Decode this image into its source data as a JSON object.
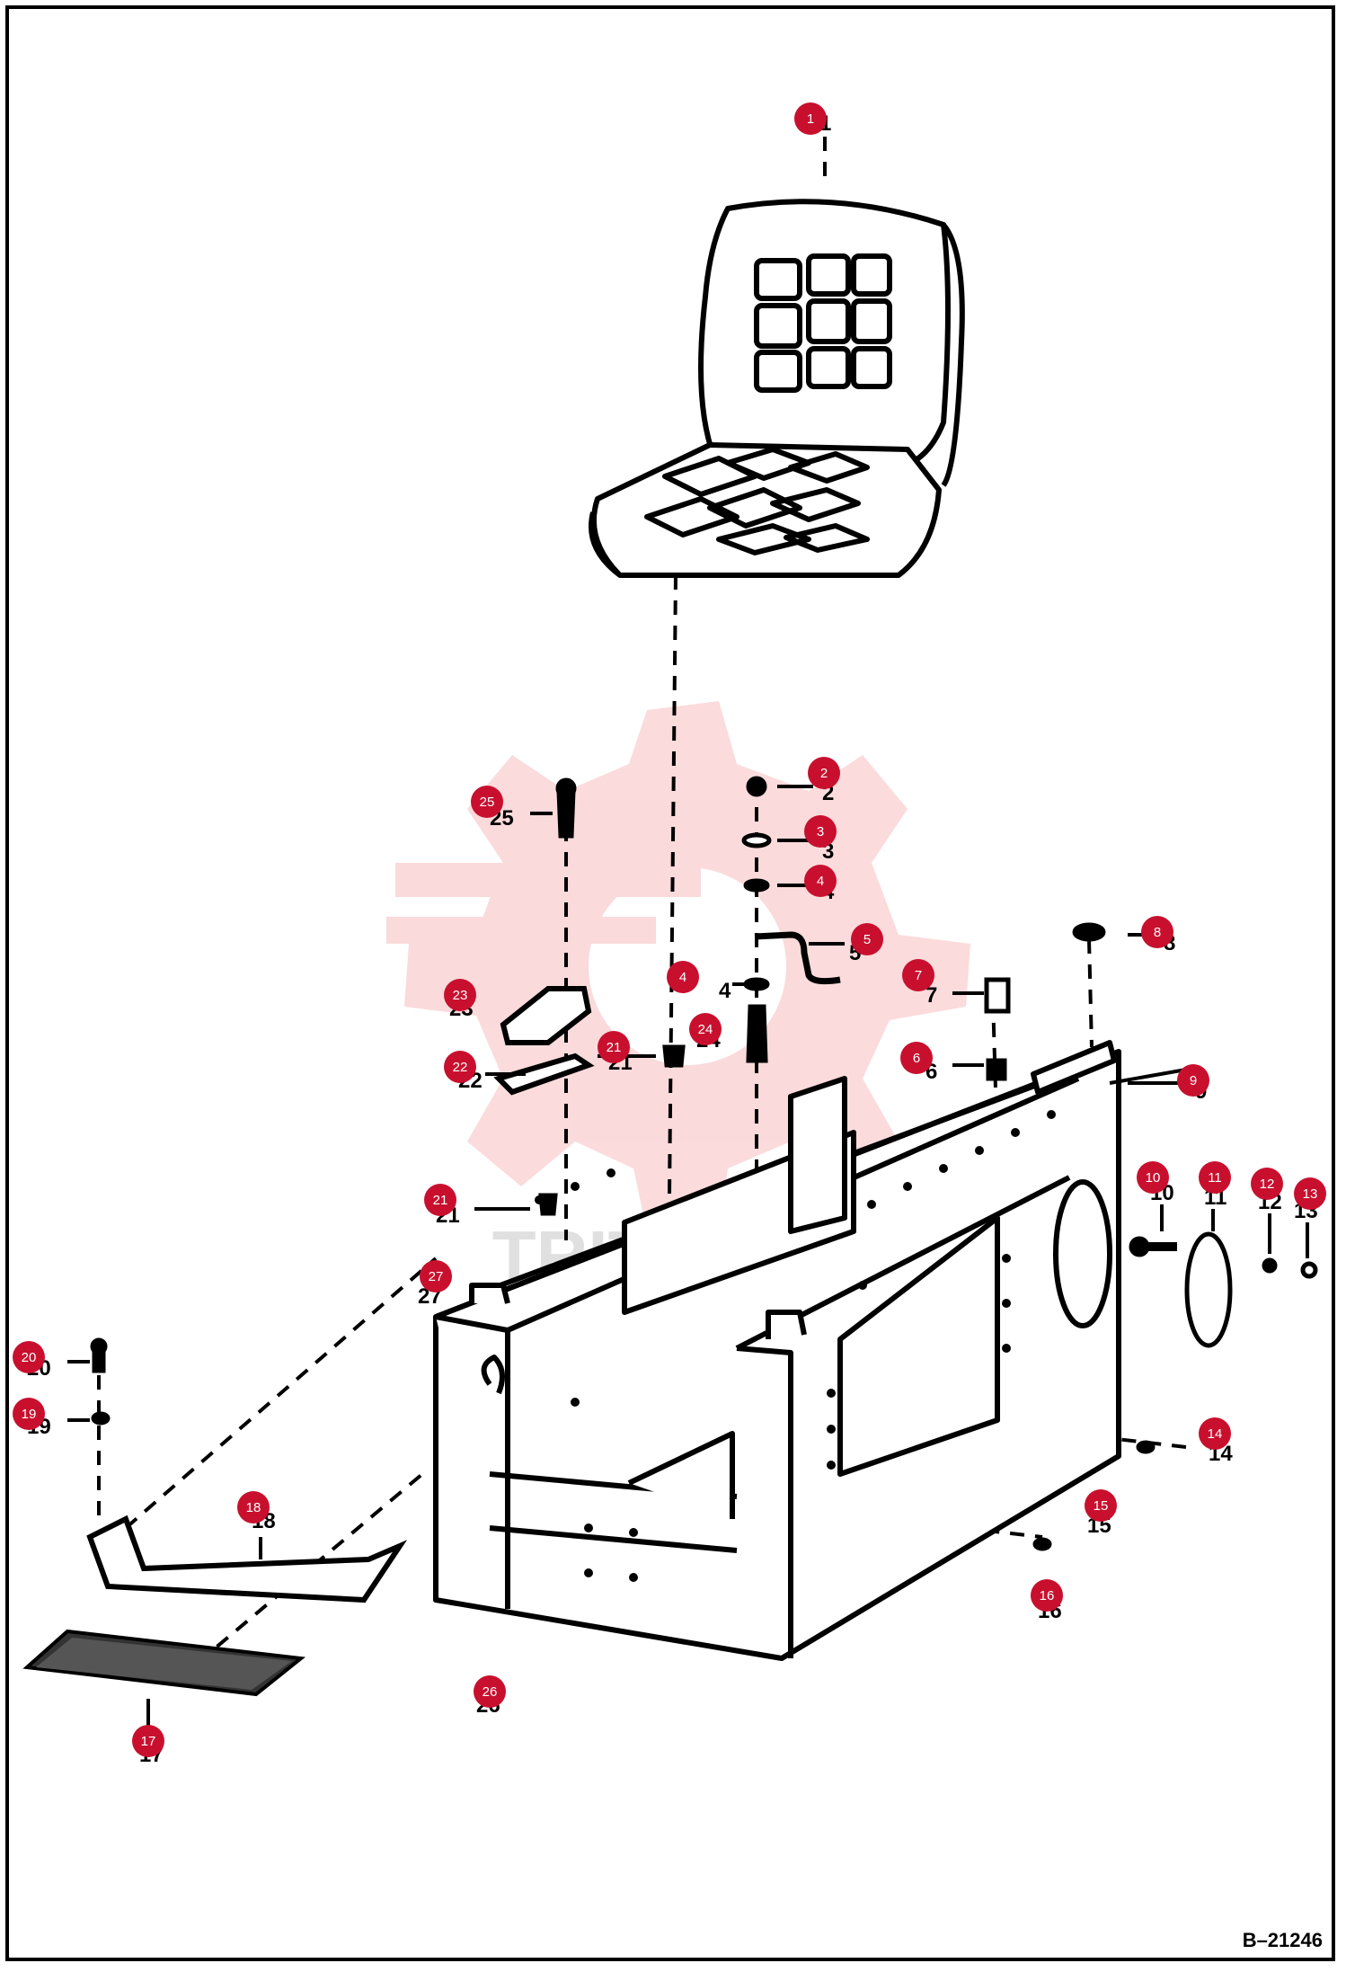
{
  "diagram_code": "B–21246",
  "watermark_text": "TRITEX",
  "marker_color": "#c8102e",
  "callouts": [
    {
      "number": "1",
      "label": "1"
    },
    {
      "number": "2",
      "label": "2"
    },
    {
      "number": "3",
      "label": "3"
    },
    {
      "number": "4",
      "label": "4"
    },
    {
      "number": "5",
      "label": "5"
    },
    {
      "number": "4",
      "label": "4"
    },
    {
      "number": "7",
      "label": "7"
    },
    {
      "number": "8",
      "label": "8"
    },
    {
      "number": "6",
      "label": "6"
    },
    {
      "number": "24",
      "label": "24"
    },
    {
      "number": "9",
      "label": "9"
    },
    {
      "number": "25",
      "label": "25"
    },
    {
      "number": "23",
      "label": "23"
    },
    {
      "number": "21",
      "label": "21"
    },
    {
      "number": "22",
      "label": "22"
    },
    {
      "number": "21",
      "label": "21"
    },
    {
      "number": "10",
      "label": "10"
    },
    {
      "number": "11",
      "label": "11"
    },
    {
      "number": "12",
      "label": "12"
    },
    {
      "number": "13",
      "label": "13"
    },
    {
      "number": "27",
      "label": "27"
    },
    {
      "number": "20",
      "label": "20"
    },
    {
      "number": "19",
      "label": "19"
    },
    {
      "number": "14",
      "label": "14"
    },
    {
      "number": "15",
      "label": "15"
    },
    {
      "number": "18",
      "label": "18"
    },
    {
      "number": "16",
      "label": "16"
    },
    {
      "number": "26",
      "label": "26"
    },
    {
      "number": "17",
      "label": "17"
    }
  ]
}
